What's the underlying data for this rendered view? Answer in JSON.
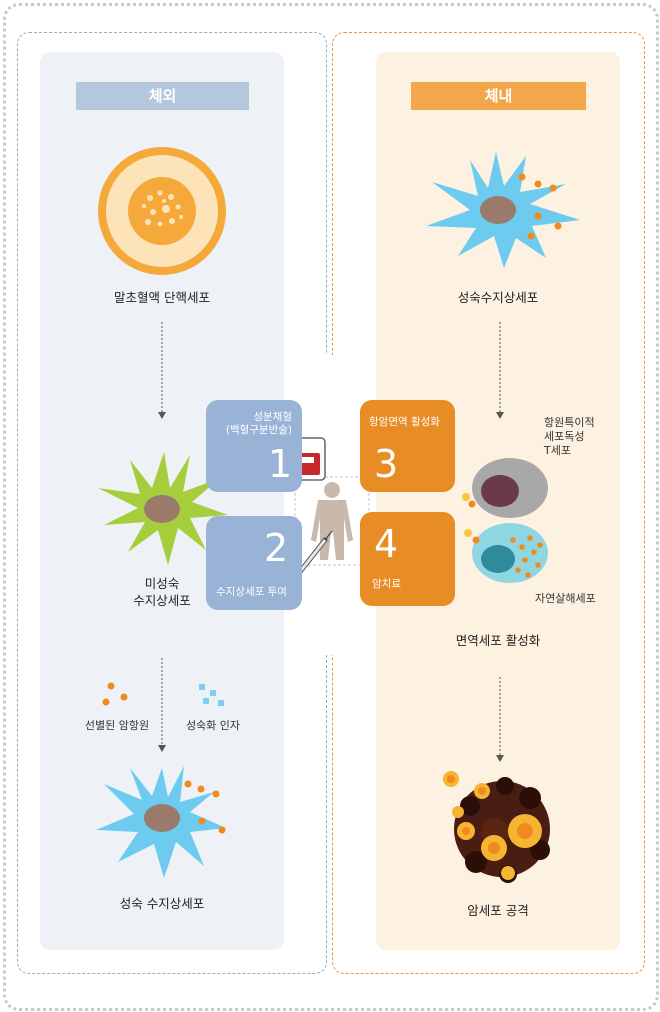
{
  "ex_vivo": {
    "header": "체외",
    "peripheral_monocyte": "말초혈액 단핵세포",
    "immature_dc_line1": "미성숙",
    "immature_dc_line2": "수지상세포",
    "selected_antigen": "선별된 암항원",
    "maturation_factor": "성숙화 인자",
    "mature_dc": "성숙 수지상세포"
  },
  "in_vivo": {
    "header": "체내",
    "mature_dc": "성숙수지상세포",
    "tcell_line1": "항원특이적",
    "tcell_line2": "세포독성",
    "tcell_line3": "T세포",
    "nk_cell": "자연살해세포",
    "immune_activation": "면역세포 활성화",
    "cancer_attack": "암세포 공격"
  },
  "steps": [
    {
      "number": "1",
      "line1": "성분채혈",
      "line2": "(백혈구분반술)"
    },
    {
      "number": "2",
      "line1": "수지상세포 투여"
    },
    {
      "number": "3",
      "line1": "항암면역 활성화"
    },
    {
      "number": "4",
      "line1": "암치료"
    }
  ],
  "colors": {
    "left_accent": "#98b3d6",
    "right_accent": "#e88c26",
    "dendritic_blue": "#6ccbee",
    "dendritic_green": "#a5cd3c",
    "monocyte_orange": "#f6a93b"
  }
}
